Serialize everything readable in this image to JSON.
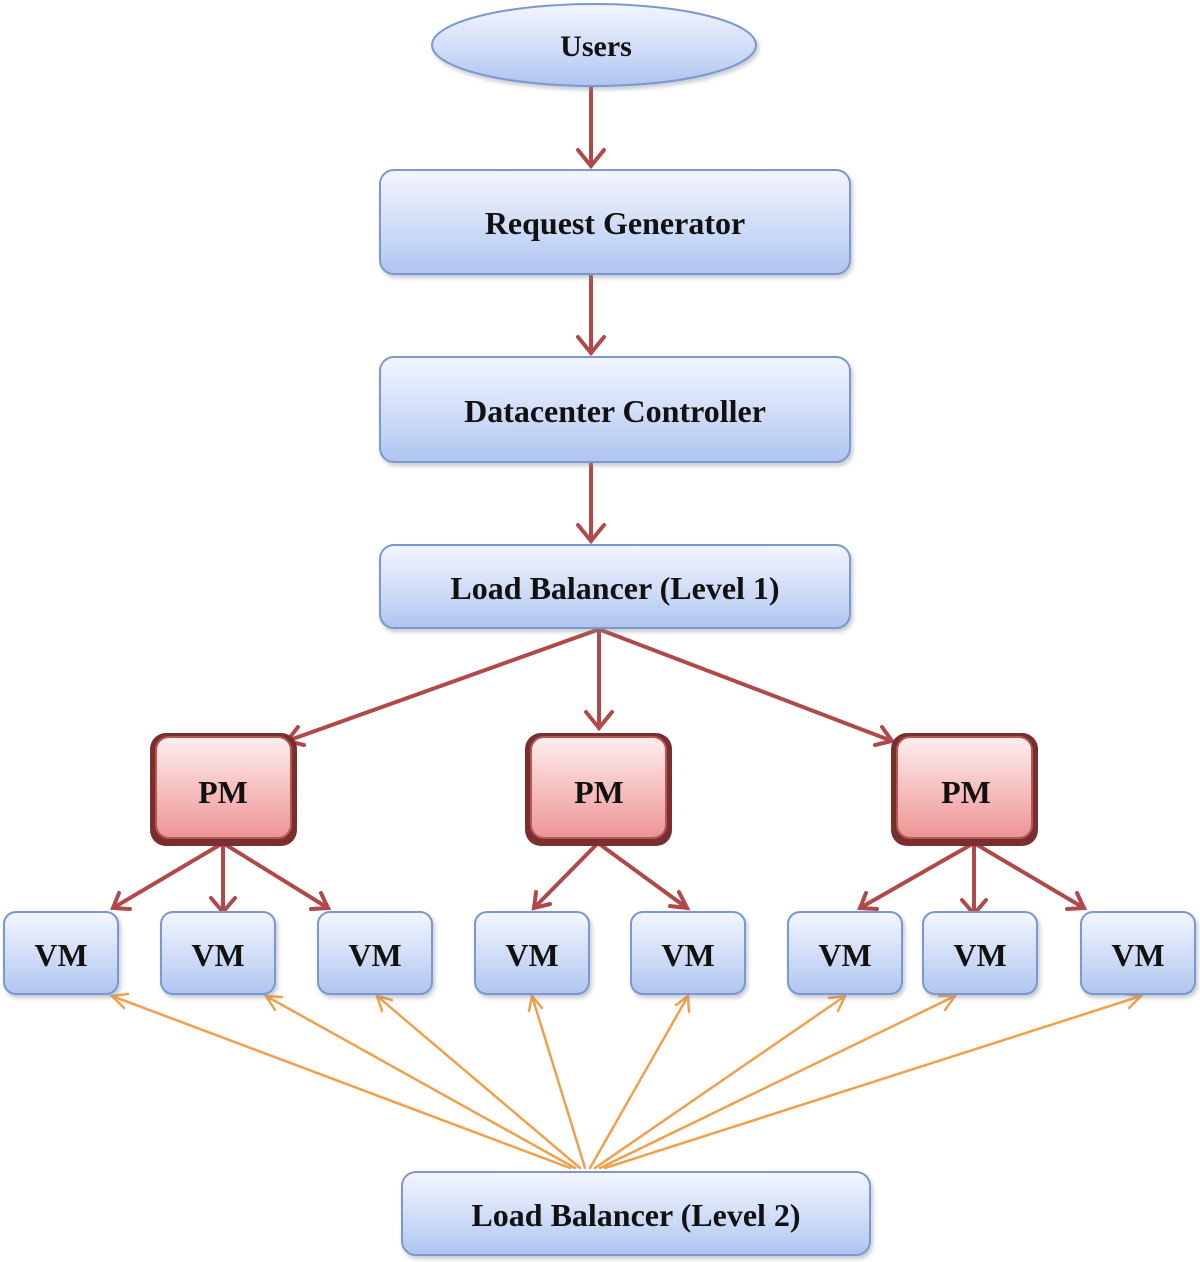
{
  "nodes": {
    "users": "Users",
    "request_generator": "Request Generator",
    "datacenter_controller": "Datacenter Controller",
    "load_balancer_l1": "Load Balancer (Level 1)",
    "pm_1": "PM",
    "pm_2": "PM",
    "pm_3": "PM",
    "vm_1": "VM",
    "vm_2": "VM",
    "vm_3": "VM",
    "vm_4": "VM",
    "vm_5": "VM",
    "vm_6": "VM",
    "vm_7": "VM",
    "vm_8": "VM",
    "load_balancer_l2": "Load Balancer (Level 2)"
  },
  "colors": {
    "blue_box_top": "#eef3fd",
    "blue_box_bottom": "#b3c9f2",
    "blue_border": "#7b98cf",
    "pm_box_top": "#fde8e8",
    "pm_box_bottom": "#ef9a9a",
    "pm_border": "#8c3b3b",
    "red_arrow": "#b04a4a",
    "orange_arrow": "#f0a04b"
  },
  "edges": {
    "flow": [
      [
        "users",
        "request_generator"
      ],
      [
        "request_generator",
        "datacenter_controller"
      ],
      [
        "datacenter_controller",
        "load_balancer_l1"
      ],
      [
        "load_balancer_l1",
        "pm_1"
      ],
      [
        "load_balancer_l1",
        "pm_2"
      ],
      [
        "load_balancer_l1",
        "pm_3"
      ],
      [
        "pm_1",
        "vm_1"
      ],
      [
        "pm_1",
        "vm_2"
      ],
      [
        "pm_1",
        "vm_3"
      ],
      [
        "pm_2",
        "vm_4"
      ],
      [
        "pm_2",
        "vm_5"
      ],
      [
        "pm_3",
        "vm_6"
      ],
      [
        "pm_3",
        "vm_7"
      ],
      [
        "pm_3",
        "vm_8"
      ]
    ],
    "level2": [
      [
        "load_balancer_l2",
        "vm_1"
      ],
      [
        "load_balancer_l2",
        "vm_2"
      ],
      [
        "load_balancer_l2",
        "vm_3"
      ],
      [
        "load_balancer_l2",
        "vm_4"
      ],
      [
        "load_balancer_l2",
        "vm_5"
      ],
      [
        "load_balancer_l2",
        "vm_6"
      ],
      [
        "load_balancer_l2",
        "vm_7"
      ],
      [
        "load_balancer_l2",
        "vm_8"
      ]
    ]
  }
}
